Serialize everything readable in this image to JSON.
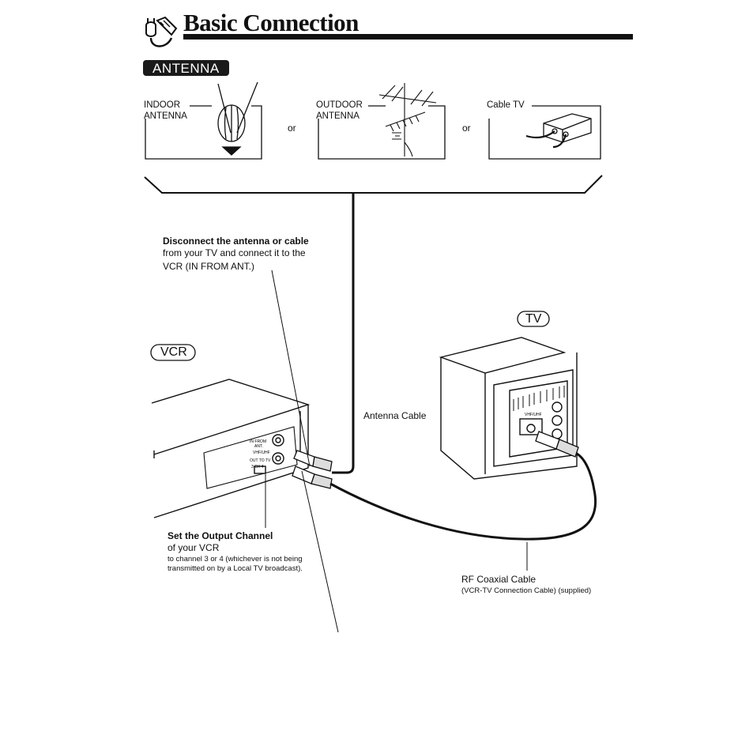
{
  "header": {
    "title": "Basic Connection",
    "section_badge": "ANTENNA"
  },
  "antenna_options": {
    "indoor": [
      "INDOOR",
      "ANTENNA"
    ],
    "outdoor": [
      "OUTDOOR",
      "ANTENNA"
    ],
    "cable": "Cable TV",
    "separator": "or"
  },
  "instructions": {
    "disconnect_bold": "Disconnect the antenna or cable",
    "disconnect_lines": [
      "from your TV and connect it to the",
      "VCR (IN FROM ANT.)"
    ],
    "output_bold": "Set the Output Channel",
    "output_sub": "of your VCR",
    "output_small": [
      "to channel 3 or 4 (whichever is not being",
      "transmitted on by a Local TV broadcast)."
    ]
  },
  "devices": {
    "vcr": "VCR",
    "tv": "TV"
  },
  "cables": {
    "antenna": "Antenna Cable",
    "rf_title": "RF Coaxial Cable",
    "rf_sub": "(VCR-TV Connection Cable) (supplied)"
  },
  "panel_labels": {
    "vcr_in_from_ant": [
      "IN FROM",
      "ANT."
    ],
    "vcr_vhf_uhf": "VHF/UHF",
    "vcr_out_to_tv": "OUT TO TV",
    "vcr_ch": "3  CH  4",
    "tv_vhf_uhf": "VHF/UHF"
  }
}
